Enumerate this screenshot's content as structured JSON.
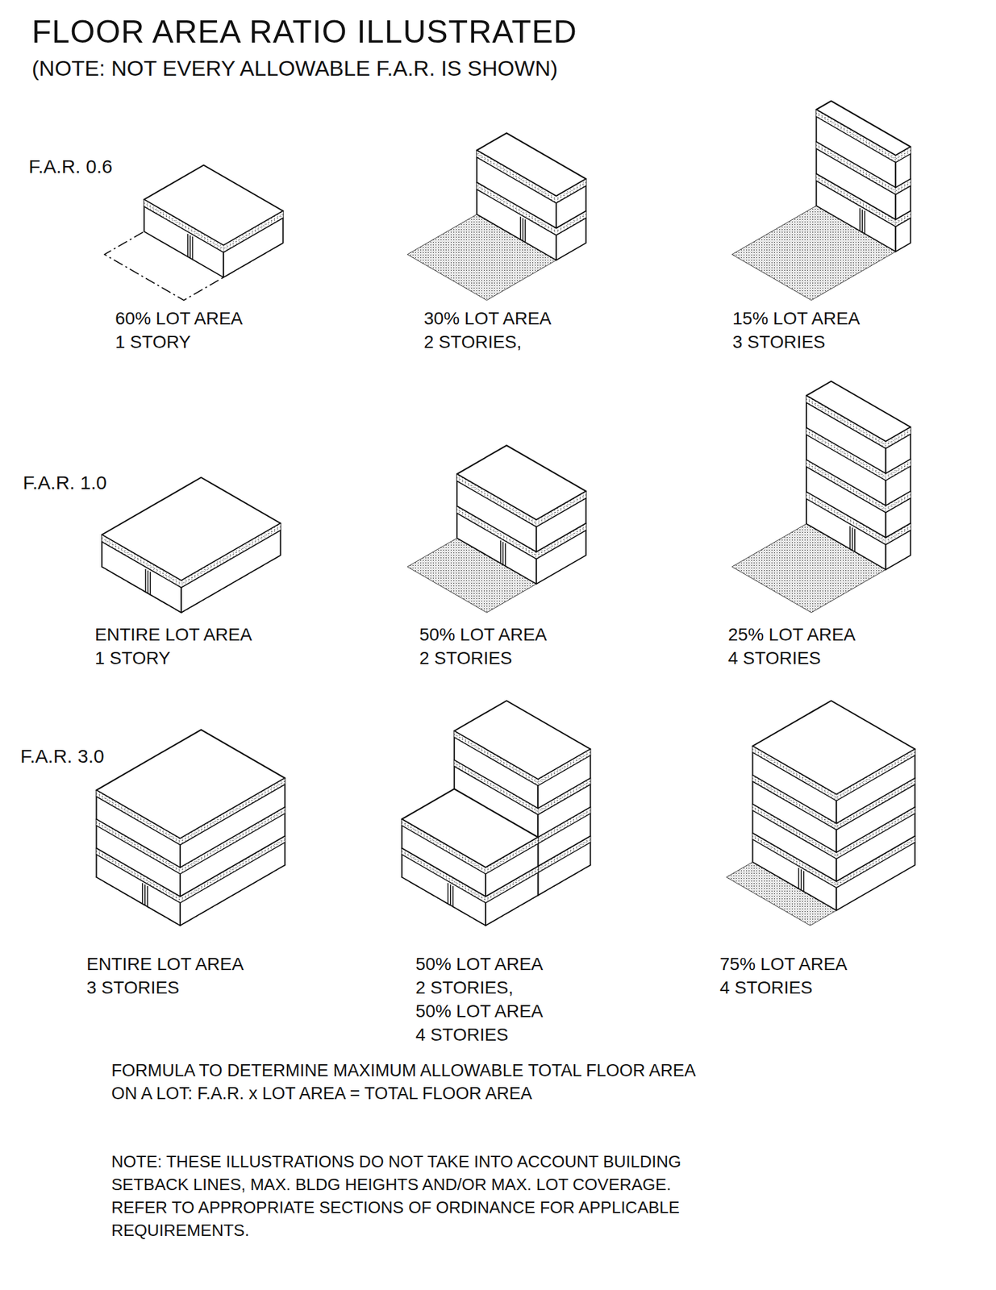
{
  "diagram": {
    "title": "FLOOR AREA RATIO ILLUSTRATED",
    "labels": [
      "(NOTE: NOT EVERY ALLOWABLE F.A.R. IS SHOWN)",
      "F.A.R. 0.6",
      "60% LOT AREA",
      "1 STORY",
      "30% LOT AREA",
      "2 STORIES,",
      "15% LOT AREA",
      "3 STORIES",
      "F.A.R. 1.0",
      "ENTIRE LOT AREA",
      "1 STORY",
      "50% LOT AREA",
      "2 STORIES",
      "25% LOT AREA",
      "4 STORIES",
      "F.A.R. 3.0",
      "ENTIRE LOT AREA",
      "3 STORIES",
      "50% LOT AREA",
      "2 STORIES,",
      "50% LOT AREA",
      "4 STORIES",
      "75% LOT AREA",
      "4 STORIES",
      "FORMULA TO DETERMINE MAXIMUM ALLOWABLE TOTAL FLOOR AREA",
      "ON A LOT: F.A.R. x LOT AREA = TOTAL FLOOR AREA",
      "NOTE: THESE ILLUSTRATIONS DO NOT TAKE INTO ACCOUNT BUILDING",
      "SETBACK LINES, MAX. BLDG HEIGHTS AND/OR MAX. LOT COVERAGE.",
      "REFER TO APPROPRIATE SECTIONS OF ORDINANCE FOR APPLICABLE",
      "REQUIREMENTS."
    ]
  }
}
